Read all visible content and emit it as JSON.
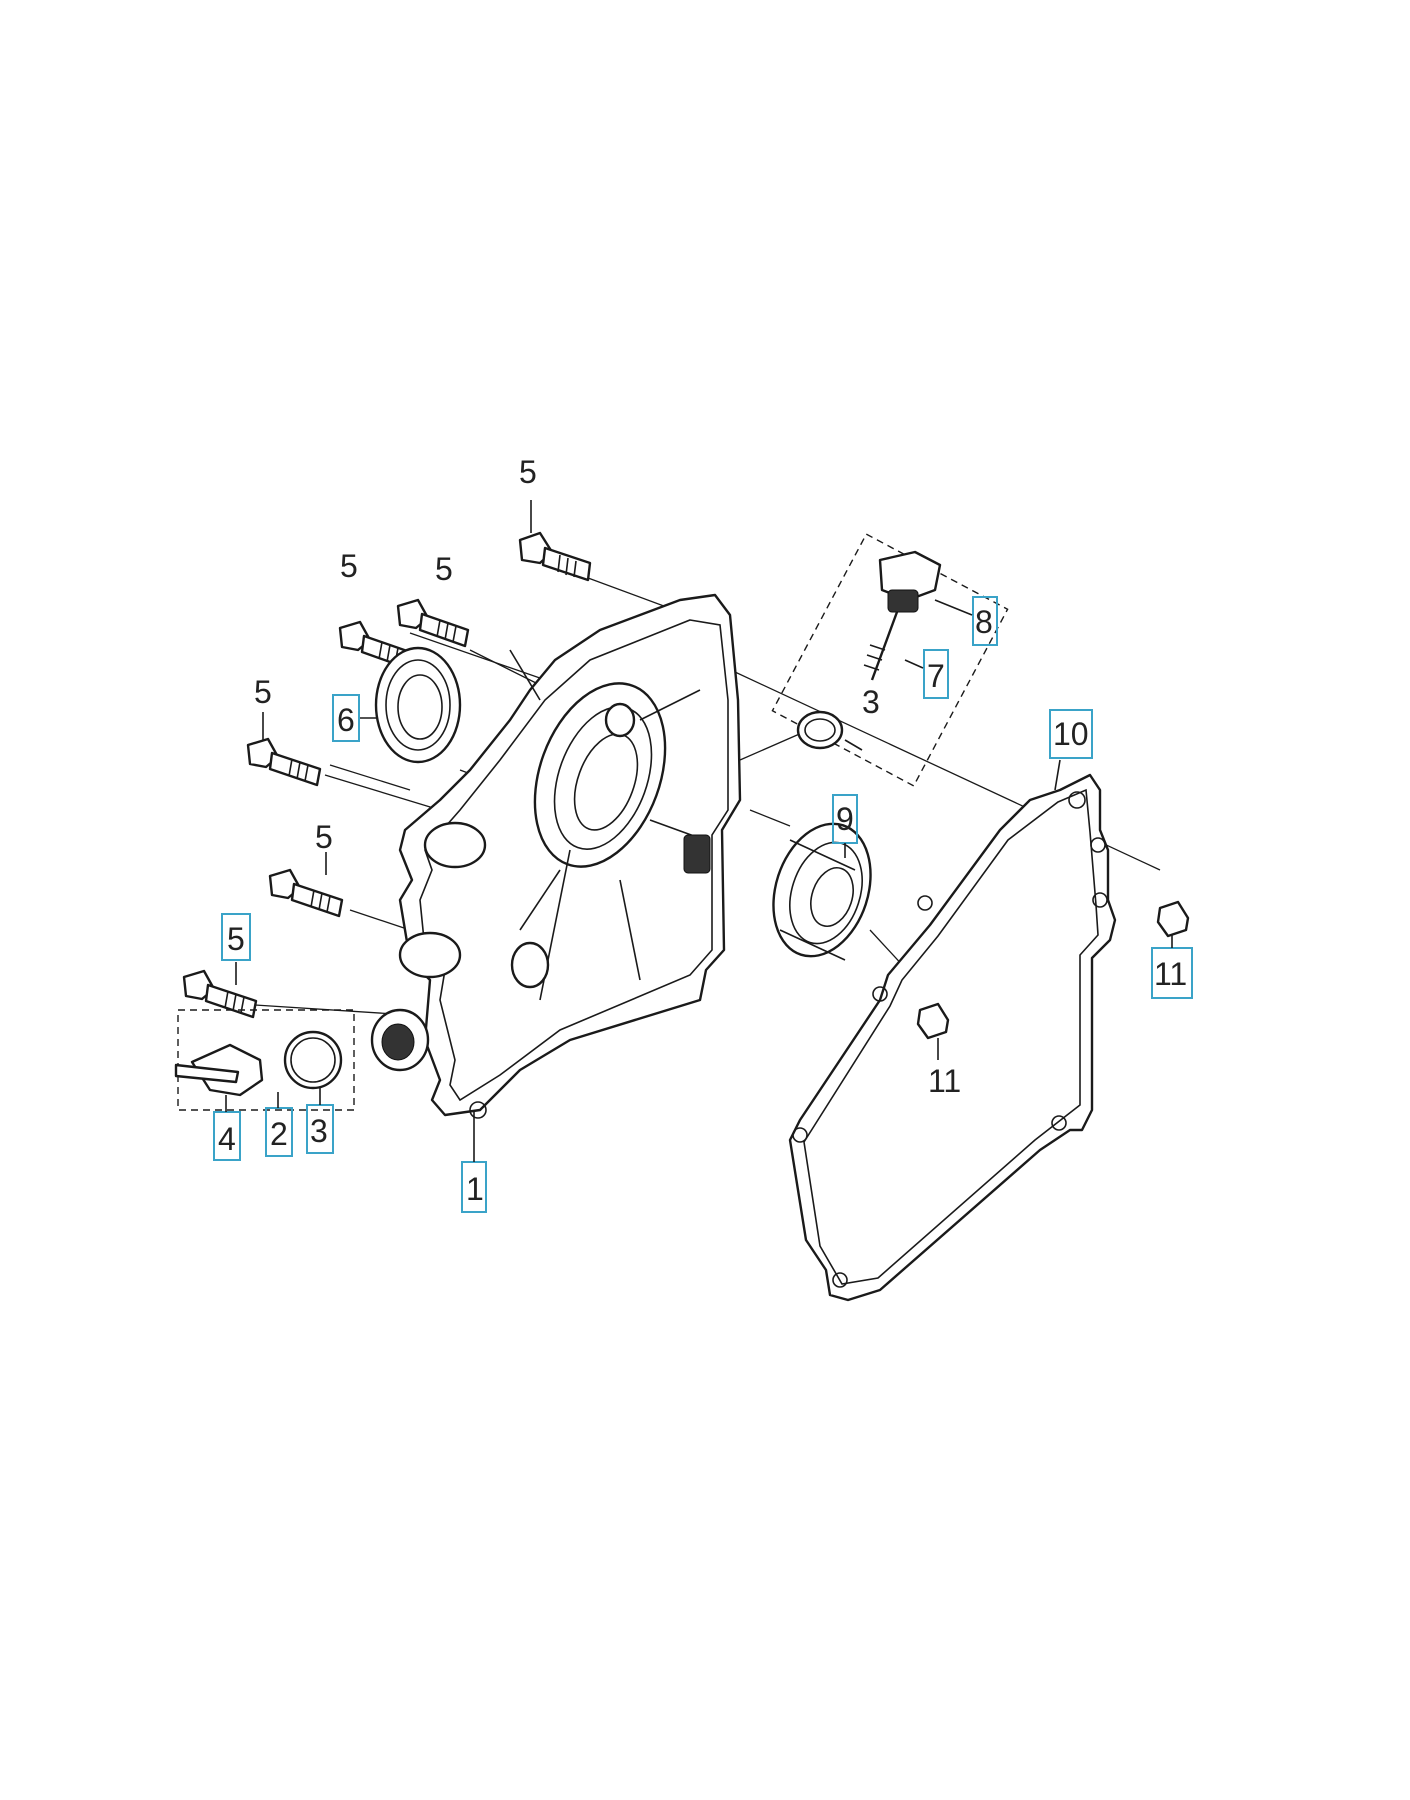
{
  "callouts": [
    {
      "id": "c5a",
      "label": "5",
      "boxed": false
    },
    {
      "id": "c5b",
      "label": "5",
      "boxed": false
    },
    {
      "id": "c5c",
      "label": "5",
      "boxed": false
    },
    {
      "id": "c5d",
      "label": "5",
      "boxed": false
    },
    {
      "id": "c5e",
      "label": "5",
      "boxed": false
    },
    {
      "id": "c5f",
      "label": "5",
      "boxed": true
    },
    {
      "id": "c6",
      "label": "6",
      "boxed": true
    },
    {
      "id": "c8",
      "label": "8",
      "boxed": true
    },
    {
      "id": "c7",
      "label": "7",
      "boxed": true
    },
    {
      "id": "c3a",
      "label": "3",
      "boxed": false
    },
    {
      "id": "c10",
      "label": "10",
      "boxed": true
    },
    {
      "id": "c9",
      "label": "9",
      "boxed": true
    },
    {
      "id": "c11a",
      "label": "11",
      "boxed": true
    },
    {
      "id": "c11b",
      "label": "11",
      "boxed": false
    },
    {
      "id": "c4",
      "label": "4",
      "boxed": true
    },
    {
      "id": "c2",
      "label": "2",
      "boxed": true
    },
    {
      "id": "c3b",
      "label": "3",
      "boxed": true
    },
    {
      "id": "c1",
      "label": "1",
      "boxed": true
    }
  ],
  "colors": {
    "callout_box": "#3aa3c8",
    "line": "#1a1a1a"
  }
}
